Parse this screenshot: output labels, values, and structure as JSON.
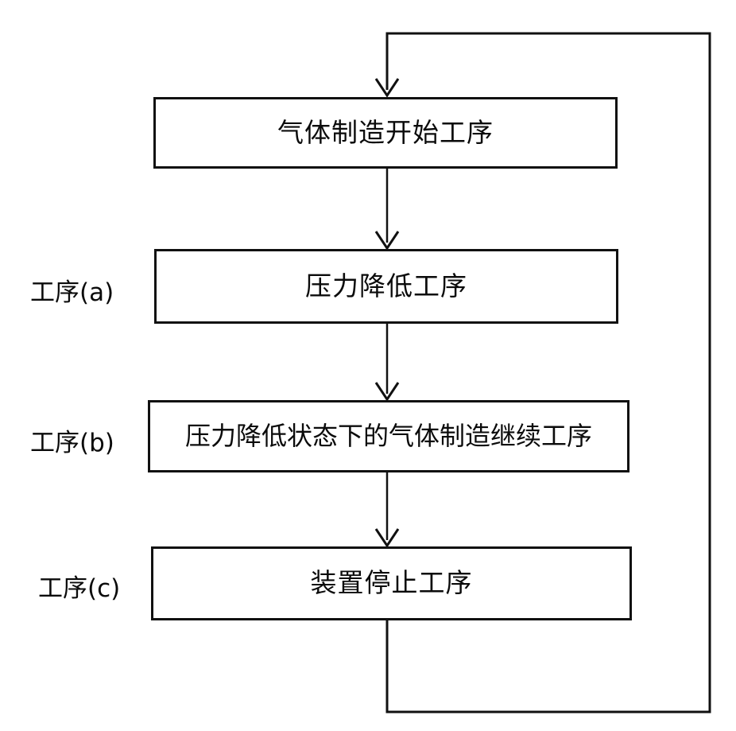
{
  "diagram": {
    "title": "",
    "type": "flowchart",
    "background_color": "#ffffff",
    "line_color": "#111111",
    "text_color": "#0b0b0b",
    "stage_labels": [
      {
        "id": "stage-a",
        "text": "工序(a)"
      },
      {
        "id": "stage-b",
        "text": "工序(b)"
      },
      {
        "id": "stage-c",
        "text": "工序(c)"
      }
    ],
    "nodes": [
      {
        "id": "node-gas-production-start",
        "label": "气体制造开始工序",
        "stage": ""
      },
      {
        "id": "node-pressure-reduction",
        "label": "压力降低工序",
        "stage": "工序(a)"
      },
      {
        "id": "node-gas-production-continue-under-reduced-pressure",
        "label": "压力降低状态下的气体制造继续工序",
        "stage": "工序(b)"
      },
      {
        "id": "node-apparatus-stop",
        "label": "装置停止工序",
        "stage": "工序(c)"
      }
    ],
    "connectors": [
      {
        "id": "conn-start-to-a",
        "from": "node-gas-production-start",
        "to": "node-pressure-reduction",
        "arrow": true
      },
      {
        "id": "conn-a-to-b",
        "from": "node-pressure-reduction",
        "to": "node-gas-production-continue-under-reduced-pressure",
        "arrow": true
      },
      {
        "id": "conn-b-to-c",
        "from": "node-gas-production-continue-under-reduced-pressure",
        "to": "node-apparatus-stop",
        "arrow": true
      },
      {
        "id": "conn-feedback-loop",
        "from": "node-apparatus-stop",
        "to": "node-gas-production-start",
        "arrow": true
      }
    ]
  }
}
